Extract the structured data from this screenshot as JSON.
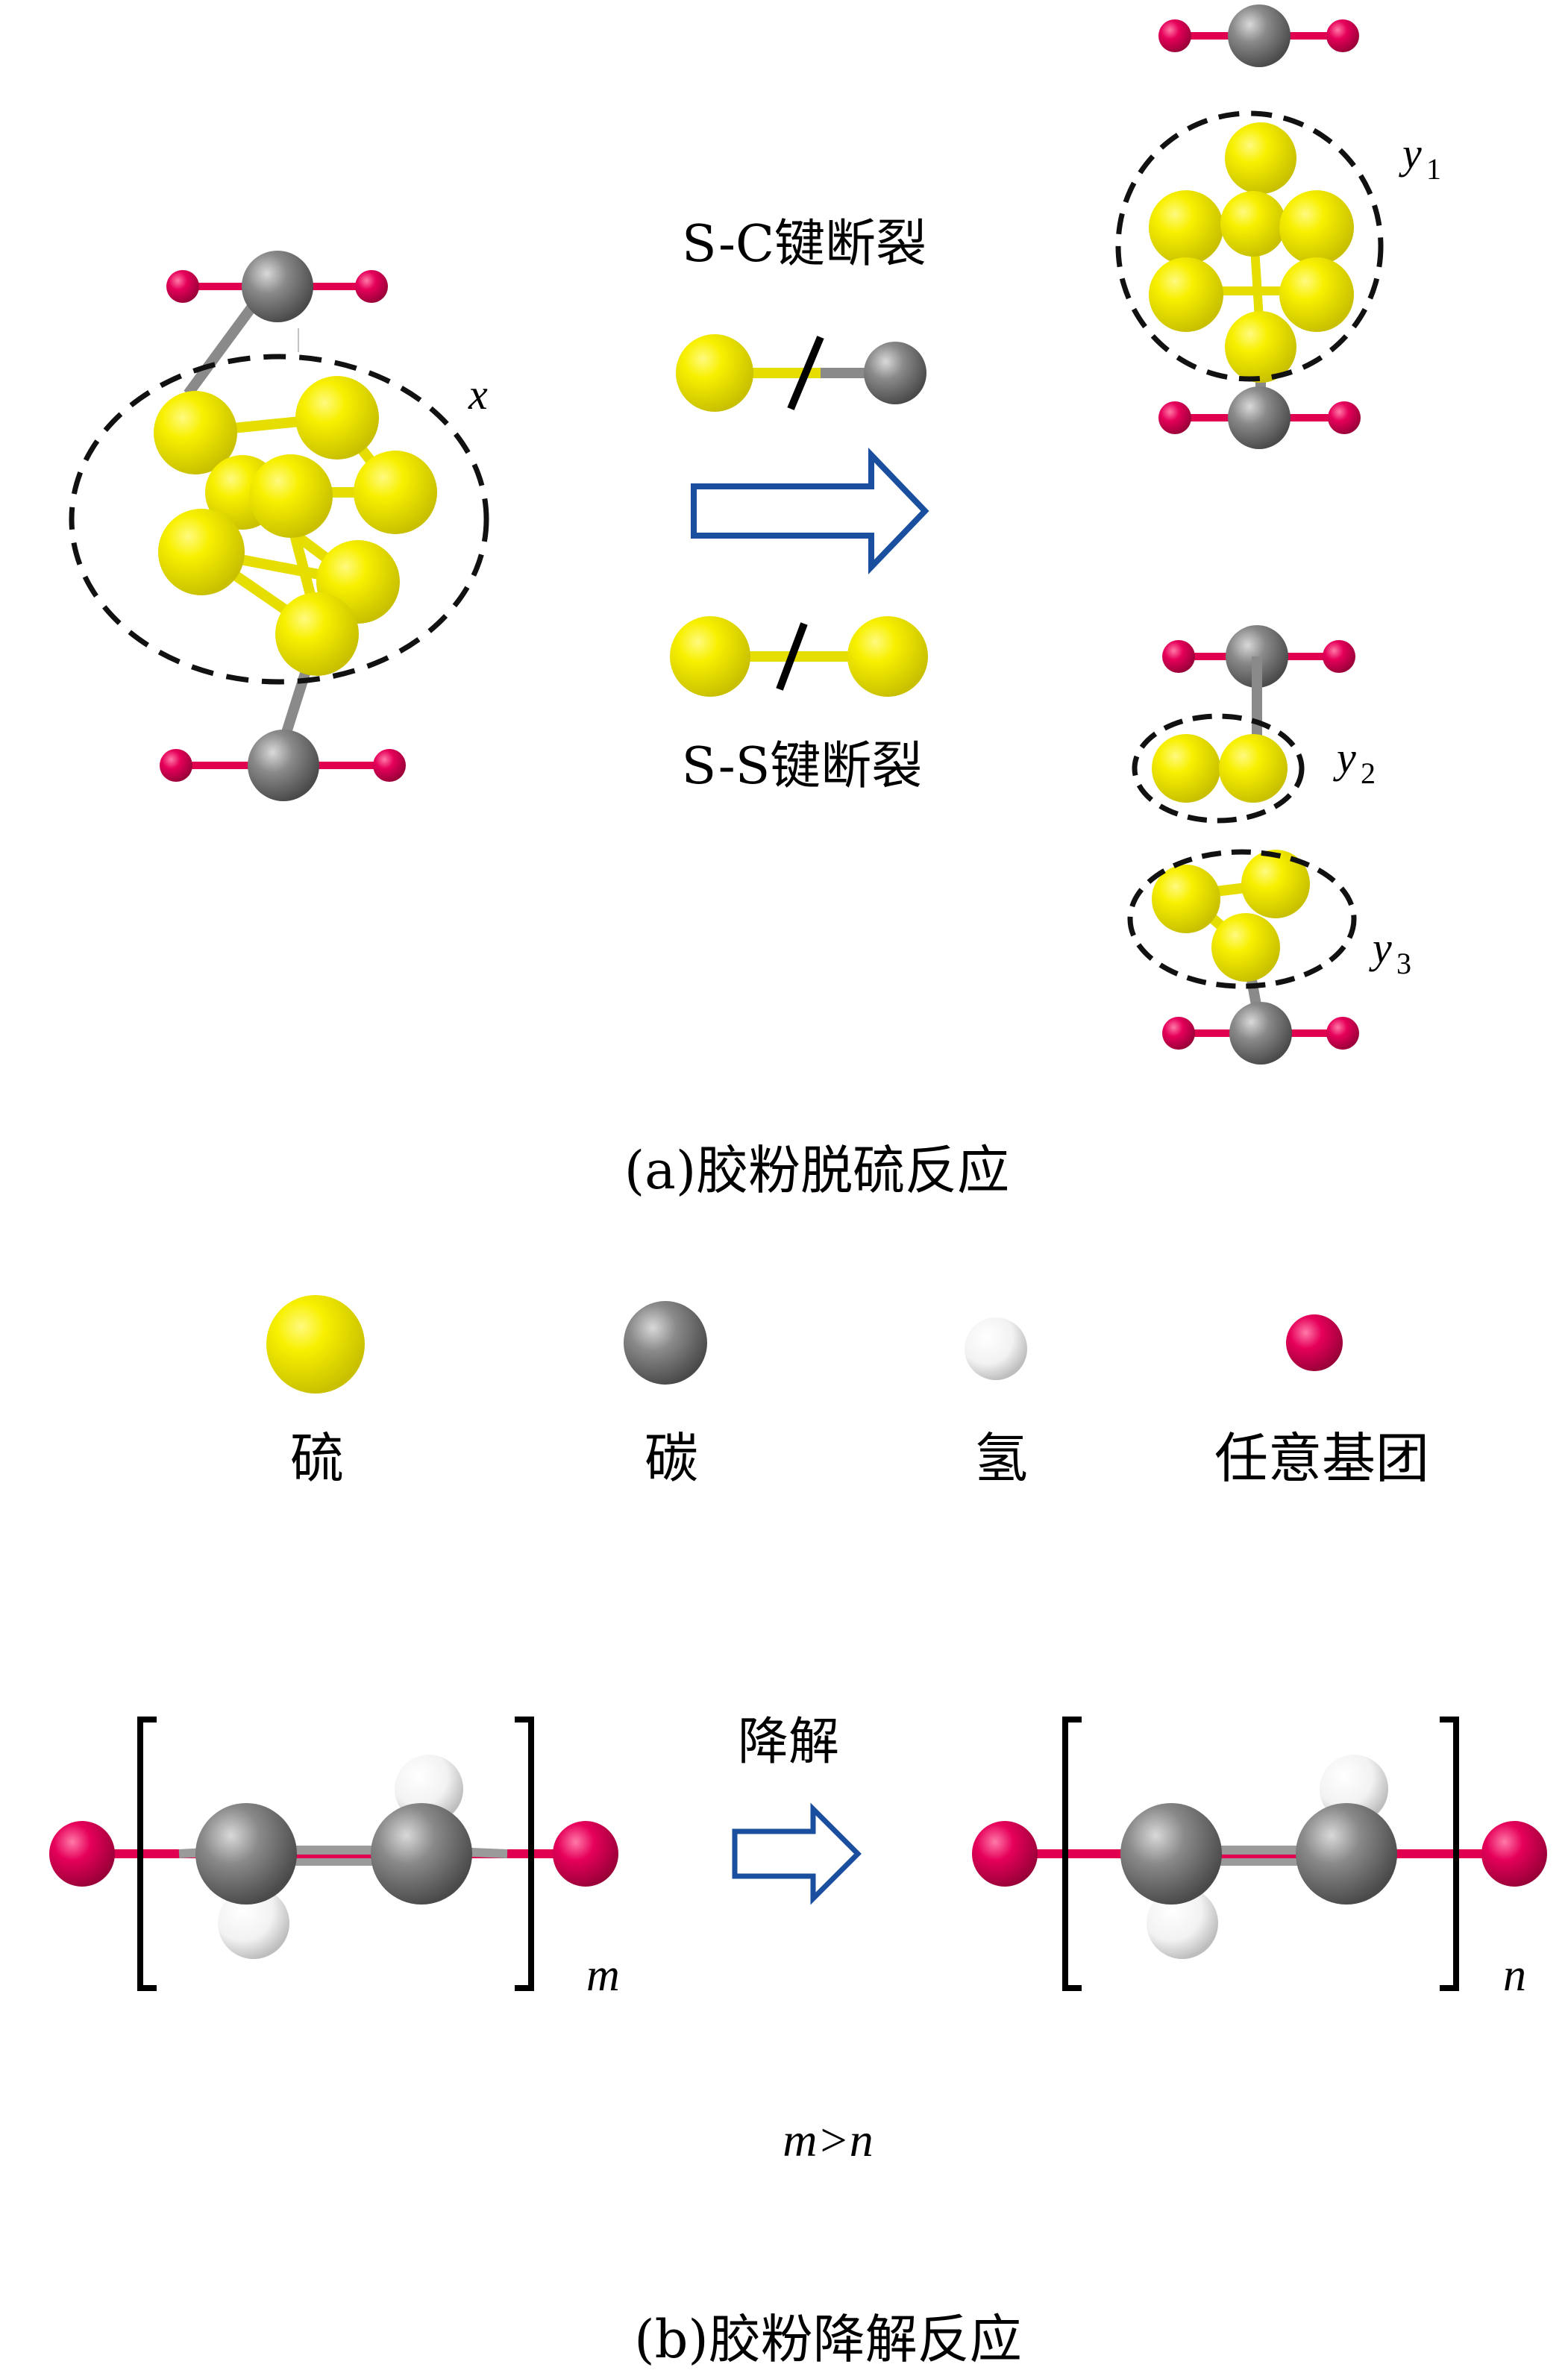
{
  "panel_a": {
    "sc_label": "S-C键断裂",
    "ss_label": "S-S键断裂",
    "x_label": "x",
    "y1": {
      "main": "y",
      "sub": "1"
    },
    "y2": {
      "main": "y",
      "sub": "2"
    },
    "y3": {
      "main": "y",
      "sub": "3"
    },
    "caption": "(a)胶粉脱硫反应"
  },
  "legend": {
    "items": [
      {
        "label": "硫",
        "atom": "sulfur",
        "color": "#f5f000"
      },
      {
        "label": "碳",
        "atom": "carbon",
        "color": "#808080"
      },
      {
        "label": "氢",
        "atom": "hydrogen",
        "color": "#eeeeee"
      },
      {
        "label": "任意基团",
        "atom": "group",
        "color": "#e0004f"
      }
    ]
  },
  "panel_b": {
    "arrow_label": "降解",
    "m_label": "m",
    "n_label": "n",
    "condition": "m>n",
    "caption": "(b)胶粉降解反应"
  },
  "colors": {
    "sulfur": "#f5f000",
    "carbon": "#808080",
    "hydrogen": "#eeeeee",
    "group": "#e0004f",
    "arrow_outline": "#1a4fa0",
    "bond_sulfur": "#e6de00",
    "bond_carbon": "#8a8a8a",
    "bond_group": "#e0004f"
  }
}
